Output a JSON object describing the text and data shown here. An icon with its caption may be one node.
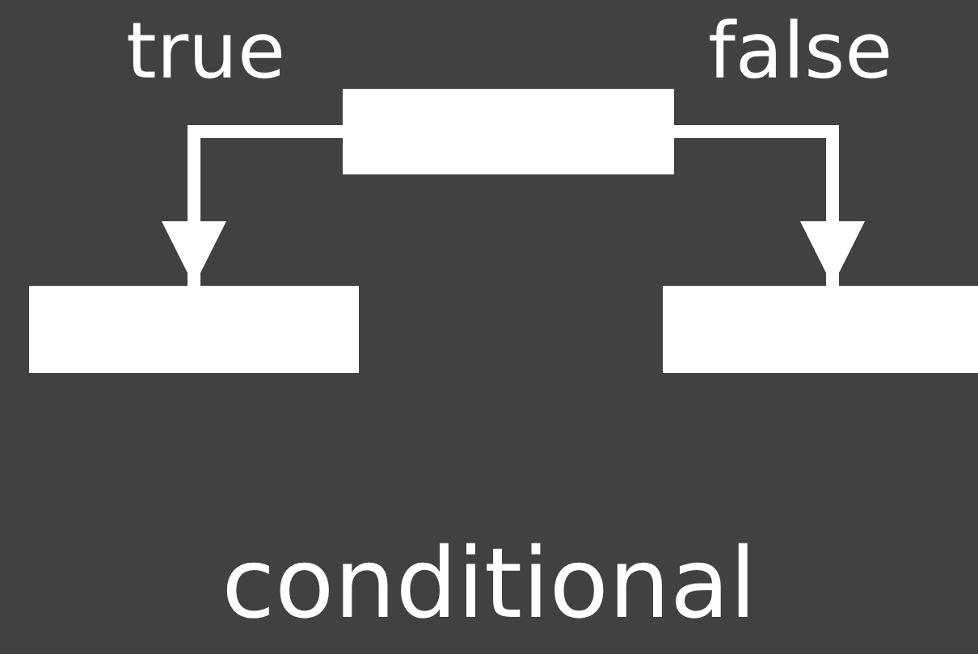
{
  "diagram": {
    "caption": "conditional",
    "nodes": [
      {
        "text": [],
        "shape": "box"
      },
      {
        "text": [],
        "shape": "box"
      },
      {
        "text": [],
        "shape": "box"
      }
    ],
    "edges": [
      {
        "from": 0,
        "to": 1,
        "arrow": "to",
        "label": "true"
      },
      {
        "from": 0,
        "to": 2,
        "arrow": "to",
        "label": "false"
      }
    ]
  }
}
